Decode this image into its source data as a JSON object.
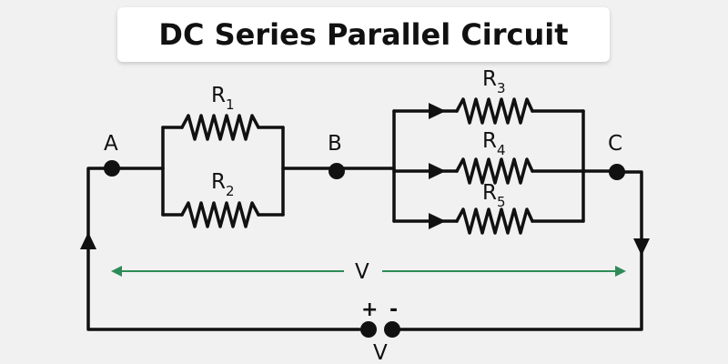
{
  "title": "DC Series Parallel Circuit",
  "nodes": {
    "a": "A",
    "b": "B",
    "c": "C"
  },
  "resistors": [
    {
      "letter": "R",
      "sub": "1"
    },
    {
      "letter": "R",
      "sub": "2"
    },
    {
      "letter": "R",
      "sub": "3"
    },
    {
      "letter": "R",
      "sub": "4"
    },
    {
      "letter": "R",
      "sub": "5"
    }
  ],
  "voltage_span_label": "V",
  "battery": {
    "plus": "+",
    "minus": "-",
    "label": "V"
  },
  "colors": {
    "wire": "#111111",
    "voltage_arrow": "#2e8b57",
    "background": "#f1f1f1"
  }
}
